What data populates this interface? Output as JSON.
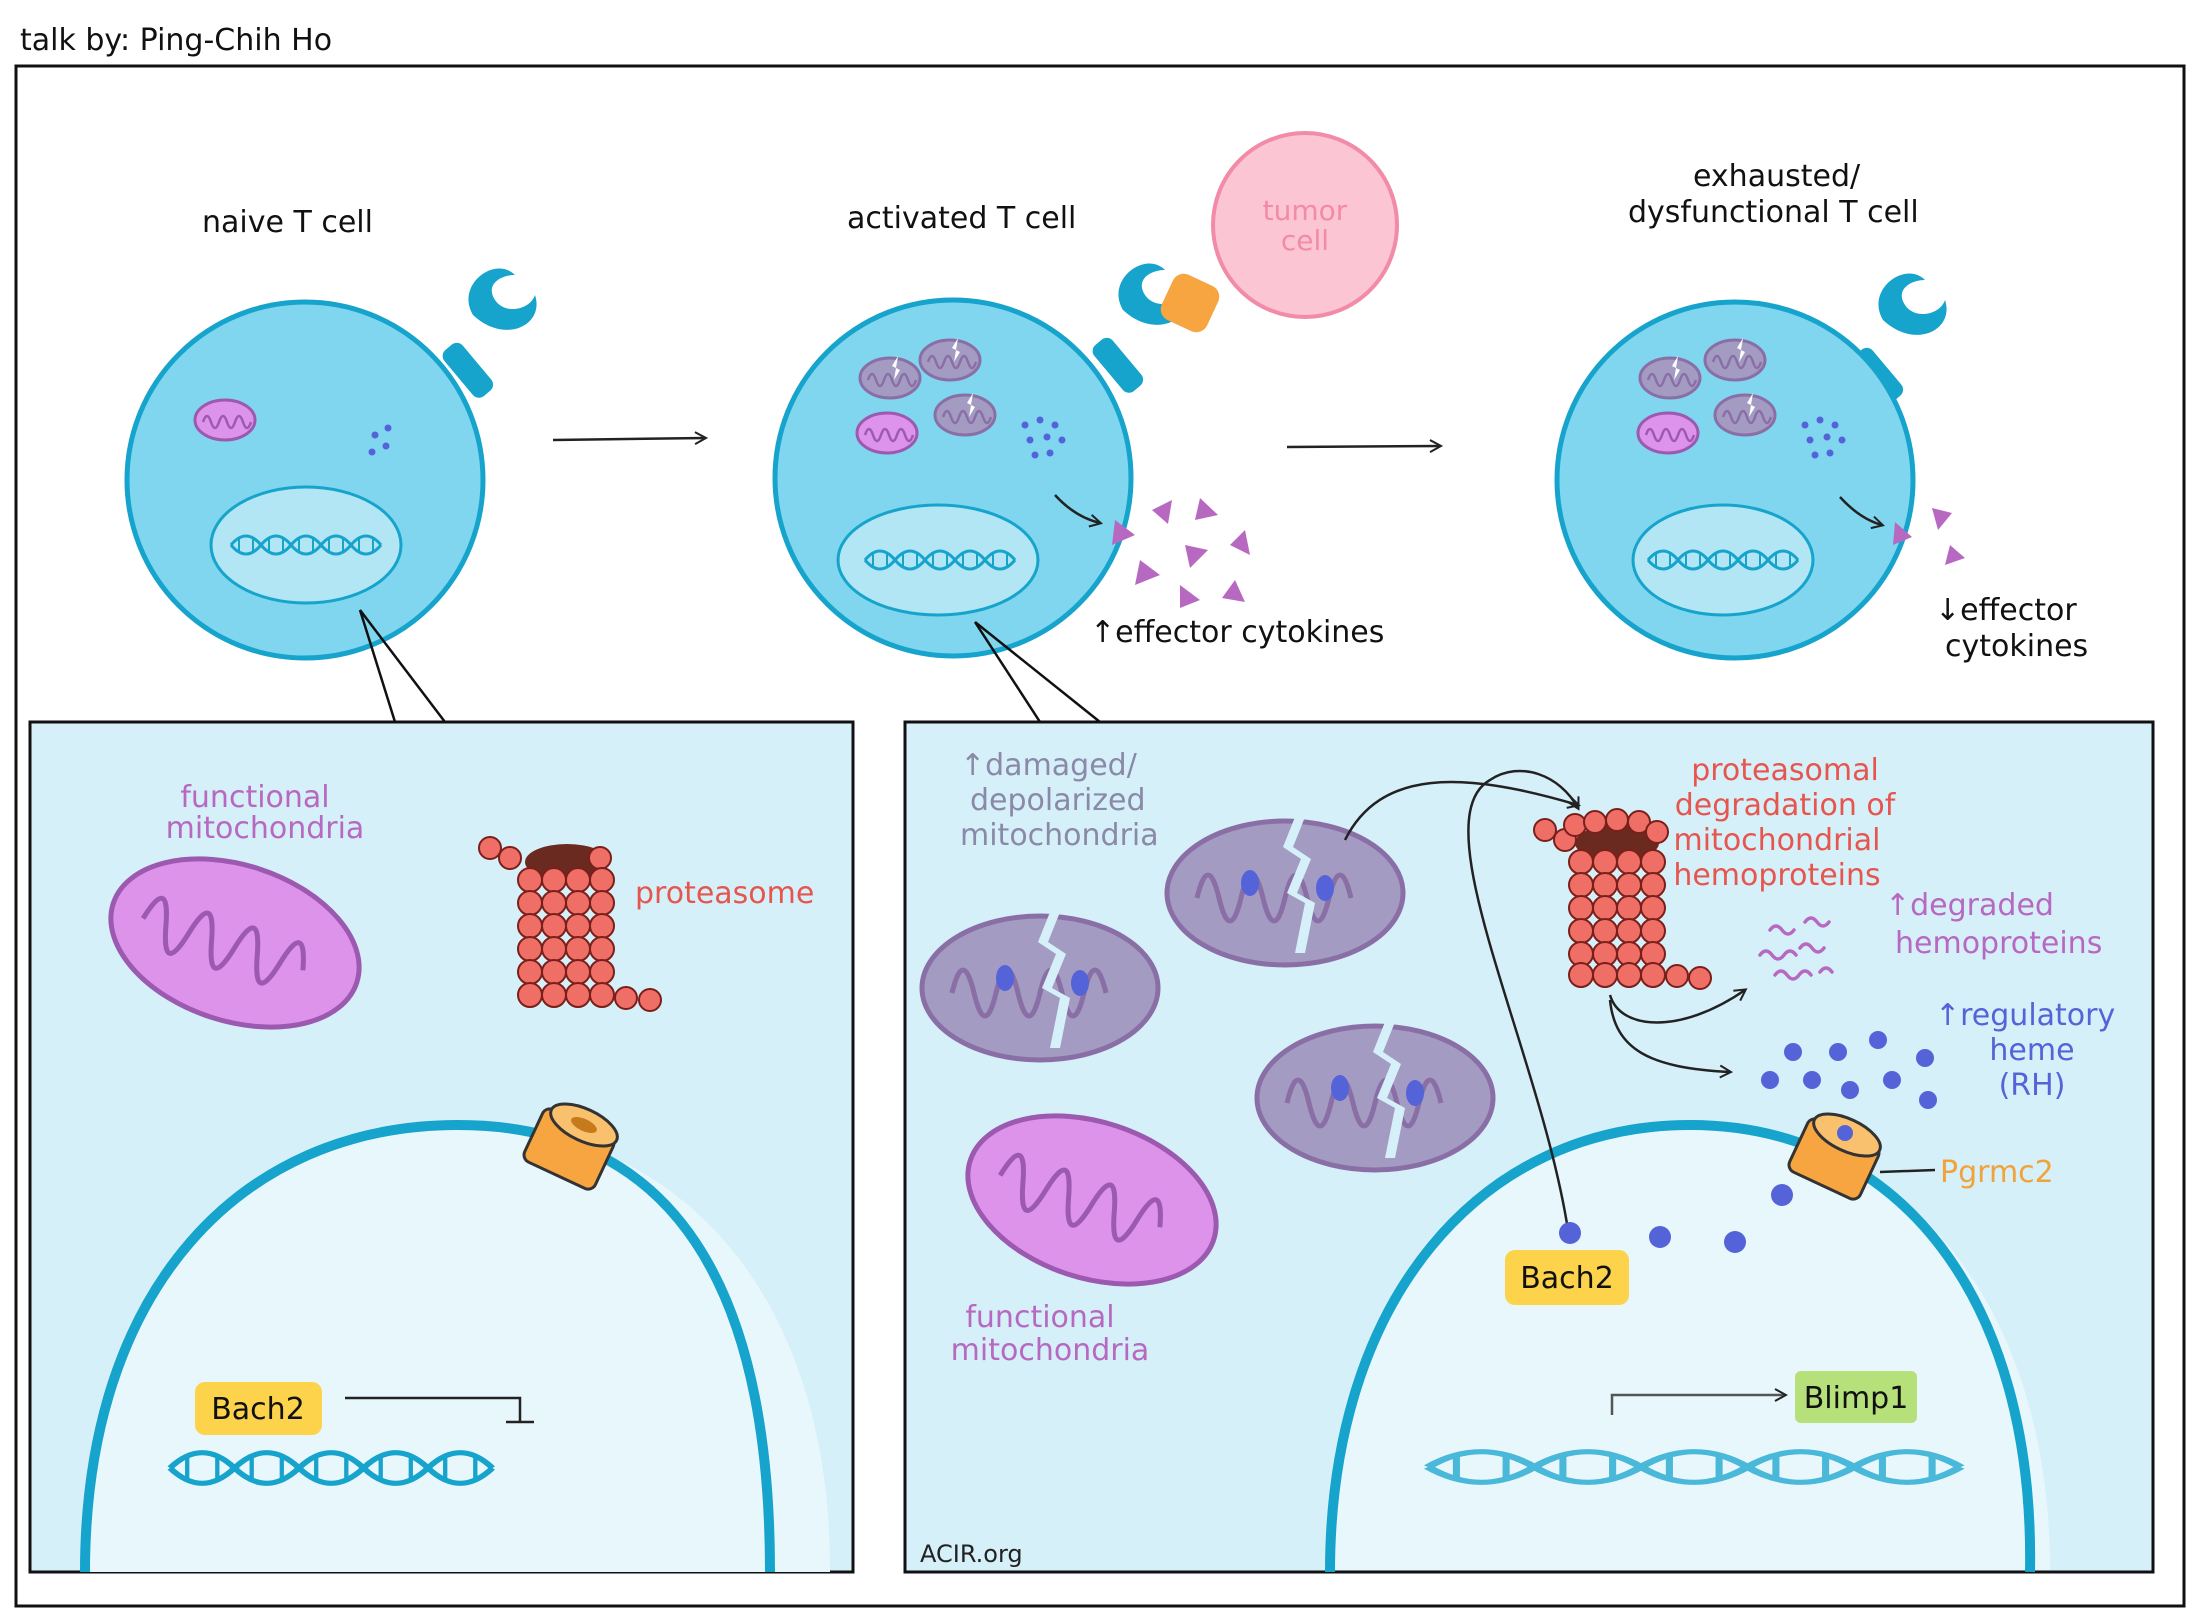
{
  "credit": "talk by: Ping-Chih Ho",
  "top": {
    "naive_label": "naive T cell",
    "activated_label": "activated  T cell",
    "tumor_label_1": "tumor",
    "tumor_label_2": "cell",
    "exhausted_label_1": "exhausted/",
    "exhausted_label_2": "dysfunctional  T cell",
    "up_effector": "↑effector  cytokines",
    "down_effector_1": "↓effector",
    "down_effector_2": "cytokines"
  },
  "left_panel": {
    "functional_mito_1": "functional",
    "functional_mito_2": "mitochondria",
    "proteasome": "proteasome",
    "bach2": "Bach2"
  },
  "right_panel": {
    "damaged_1": "↑damaged/",
    "damaged_2": "depolarized",
    "damaged_3": "mitochondria",
    "proteasomal_1": "proteasomal",
    "proteasomal_2": "degradation of",
    "proteasomal_3": "mitochondrial",
    "proteasomal_4": "hemoproteins",
    "degraded_1": "↑degraded",
    "degraded_2": "hemoproteins",
    "regulatory_1": "↑regulatory",
    "regulatory_2": "heme",
    "regulatory_3": "(RH)",
    "pgrmc2": "Pgrmc2",
    "functional_mito_1": "functional",
    "functional_mito_2": "mitochondria",
    "bach2": "Bach2",
    "blimp1": "Blimp1",
    "watermark": "ACIR.org"
  },
  "colors": {
    "cell_fill": "#7fd6ee",
    "cell_stroke": "#16a3cc",
    "panel_bg": "#d6f0f9",
    "mito_fill": "#dd93ea",
    "mito_stroke": "#9c59b0",
    "damaged_fill": "#a39bc2",
    "proteasome": "#ef6f67",
    "heme": "#5563d8",
    "pgrmc2": "#f7a541",
    "bach2": "#fcd34a",
    "blimp1": "#b5e07a",
    "label_red": "#e6564f",
    "label_purple": "#b769c2",
    "label_blue": "#5563d8",
    "label_orange": "#f2a23a",
    "tumor": "#fbc5d3"
  }
}
